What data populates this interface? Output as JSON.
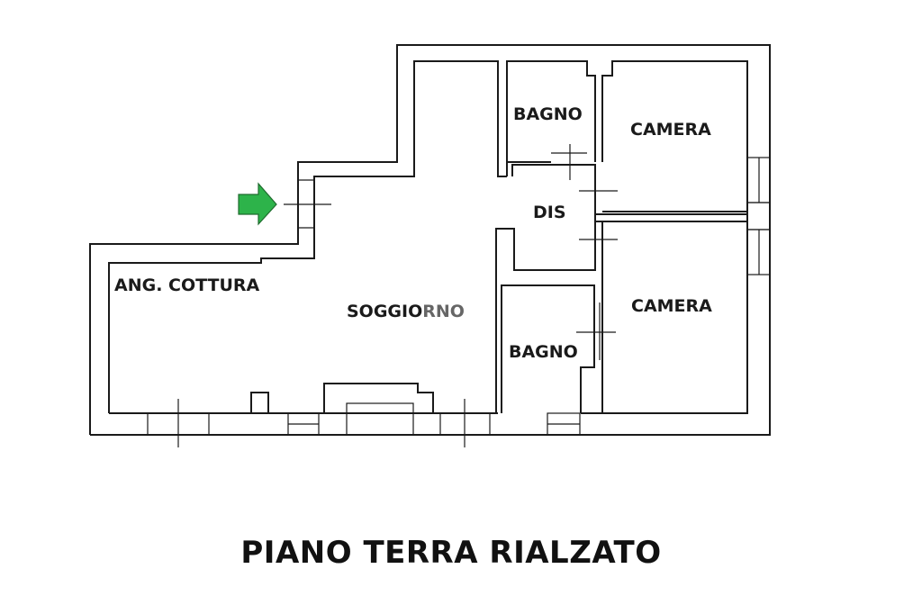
{
  "title": "PIANO TERRA RIALZATO",
  "rooms": {
    "bagno_top": "BAGNO",
    "camera_top": "CAMERA",
    "dis": "DIS",
    "ang_cottura": "ANG. COTTURA",
    "soggiorno_a": "SOGGIO",
    "soggiorno_b": "RNO",
    "camera_bottom": "CAMERA",
    "bagno_bottom": "BAGNO"
  },
  "colors": {
    "wall": "#1a1a1a",
    "entrance_arrow": "#2db34a",
    "entrance_arrow_outline": "#1f6b2e"
  },
  "icons": {
    "entrance": "entrance-arrow-icon"
  }
}
